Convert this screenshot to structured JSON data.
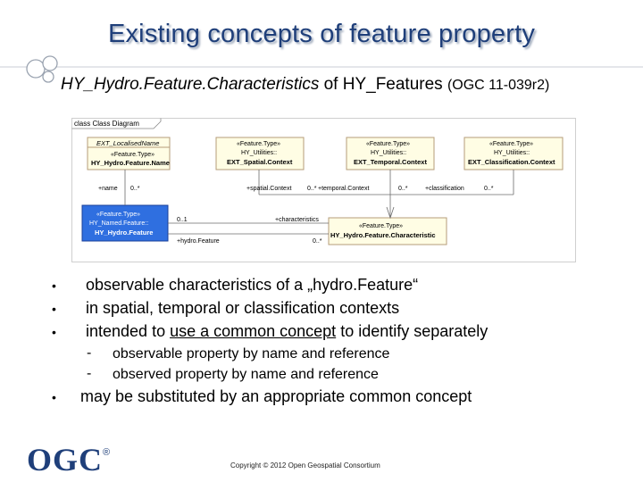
{
  "title": "Existing concepts of feature property",
  "subtitle": {
    "italic": "HY_Hydro.Feature.Characteristics",
    "mid": " of HY_Features ",
    "ref": "(OGC  11-039r2)"
  },
  "diagram": {
    "frame_label": "class Class Diagram",
    "boxes": {
      "local_name": {
        "line1": "EXT_LocalisedName",
        "line2": "«Feature.Type»",
        "line3": "HY_Hydro.Feature.Name"
      },
      "spatial": {
        "line1": "«Feature.Type»",
        "line2": "HY_Utilities::",
        "line3": "EXT_Spatial.Context"
      },
      "temporal": {
        "line1": "«Feature.Type»",
        "line2": "HY_Utilities::",
        "line3": "EXT_Temporal.Context"
      },
      "classification": {
        "line1": "«Feature.Type»",
        "line2": "HY_Utilities::",
        "line3": "EXT_Classification.Context"
      },
      "named_feature": {
        "line1": "«Feature.Type»",
        "line2": "HY_Named.Feature::",
        "line3": "HY_Hydro.Feature"
      },
      "characteristic": {
        "line1": "«Feature.Type»",
        "line2": "HY_Hydro.Feature.Characteristic"
      }
    },
    "labels": {
      "name": "+name",
      "name_mult": "0..*",
      "spatial": "+spatial.Context",
      "spatial_mult": "0..*",
      "temporal": "+temporal.Context",
      "temporal_mult": "0..*",
      "classification": "+classification",
      "classification_mult": "0..*",
      "characteristics": "+characteristics",
      "char_mult": "0..1",
      "hydrofeature": "+hydro.Feature",
      "hydro_mult": "0..*"
    }
  },
  "bullets": [
    "observable characteristics of a „hydro.Feature“",
    "in spatial, temporal or classification contexts"
  ],
  "bullet3": {
    "pre": "intended to ",
    "underlined": "use a common concept",
    "post": " to identify separately"
  },
  "sub_bullets": [
    "observable property by name and reference",
    "observed property by name and reference"
  ],
  "bullet4": "may be substituted by an appropriate common concept",
  "logo": {
    "text": "OGC",
    "mark": "®"
  },
  "copyright": "Copyright © 2012 Open Geospatial Consortium"
}
